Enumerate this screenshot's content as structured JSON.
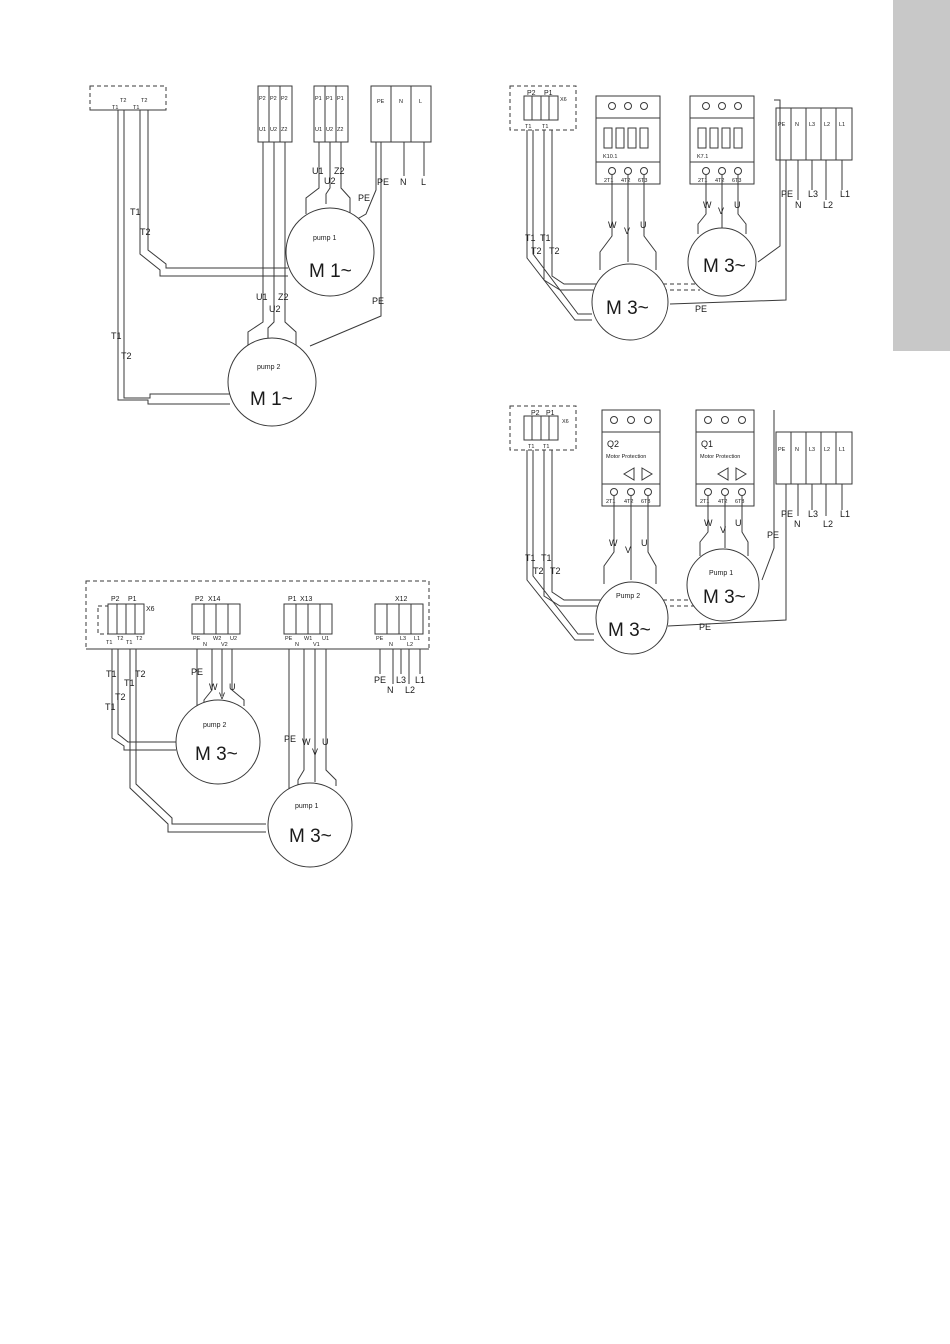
{
  "colors": {
    "side_tab": "#c8c8c8",
    "line": "#3a3a3a"
  },
  "d1": {
    "term_top": [
      "T2",
      "T2"
    ],
    "term_bottom": [
      "T1",
      "T1"
    ],
    "p2": "P2",
    "p1": "P1",
    "pump_term": [
      "U1",
      "U2",
      "Z2"
    ],
    "supply": [
      "PE",
      "N",
      "L"
    ],
    "t1": "T1",
    "t2": "T2",
    "u1": "U1",
    "u2": "U2",
    "z2": "Z2",
    "pe": "PE",
    "n": "N",
    "l": "L",
    "pump1": "pump 1",
    "pump2": "pump 2",
    "motor": "M 1~"
  },
  "d2": {
    "x6": "X6",
    "x14": "X14",
    "x13": "X13",
    "x12": "X12",
    "p2": "P2",
    "p1": "P1",
    "x6_pins": [
      "T1",
      "T2",
      "T1",
      "T2"
    ],
    "x14_pins": [
      "PE",
      "W2",
      "U2"
    ],
    "x14_pins_low": [
      "N",
      "V2"
    ],
    "x13_pins": [
      "PE",
      "W1",
      "U1"
    ],
    "x13_pins_low": [
      "N",
      "V1"
    ],
    "x12_pins": [
      "PE",
      "L3",
      "L1"
    ],
    "x12_pins_low": [
      "N",
      "L2"
    ],
    "t1": "T1",
    "t2": "T2",
    "pe": "PE",
    "w": "W",
    "v": "V",
    "u": "U",
    "n": "N",
    "l1": "L1",
    "l2": "L2",
    "l3": "L3",
    "pump1": "pump 1",
    "pump2": "pump 2",
    "motor": "M 3~"
  },
  "d3": {
    "p2": "P2",
    "p1": "P1",
    "x6": "X6",
    "k10": "K10.1",
    "k7": "K7.1",
    "out_pins": [
      "2T1",
      "4T2",
      "6T3"
    ],
    "supply": [
      "PE",
      "N",
      "L3",
      "L2",
      "L1"
    ],
    "t1": "T1",
    "t2": "T2",
    "w": "W",
    "v": "V",
    "u": "U",
    "pe": "PE",
    "n": "N",
    "l1": "L1",
    "l2": "L2",
    "l3": "L3",
    "motor": "M 3~"
  },
  "d4": {
    "p2": "P2",
    "p1": "P1",
    "x6": "X6",
    "q2": "Q2",
    "q1": "Q1",
    "mp": "Motor Protection",
    "out_pins": [
      "2T1",
      "4T2",
      "6T3"
    ],
    "supply": [
      "PE",
      "N",
      "L3",
      "L2",
      "L1"
    ],
    "t1": "T1",
    "t2": "T2",
    "w": "W",
    "v": "V",
    "u": "U",
    "pe": "PE",
    "n": "N",
    "l1": "L1",
    "l2": "L2",
    "l3": "L3",
    "pump1": "Pump 1",
    "pump2": "Pump 2",
    "motor": "M 3~"
  }
}
